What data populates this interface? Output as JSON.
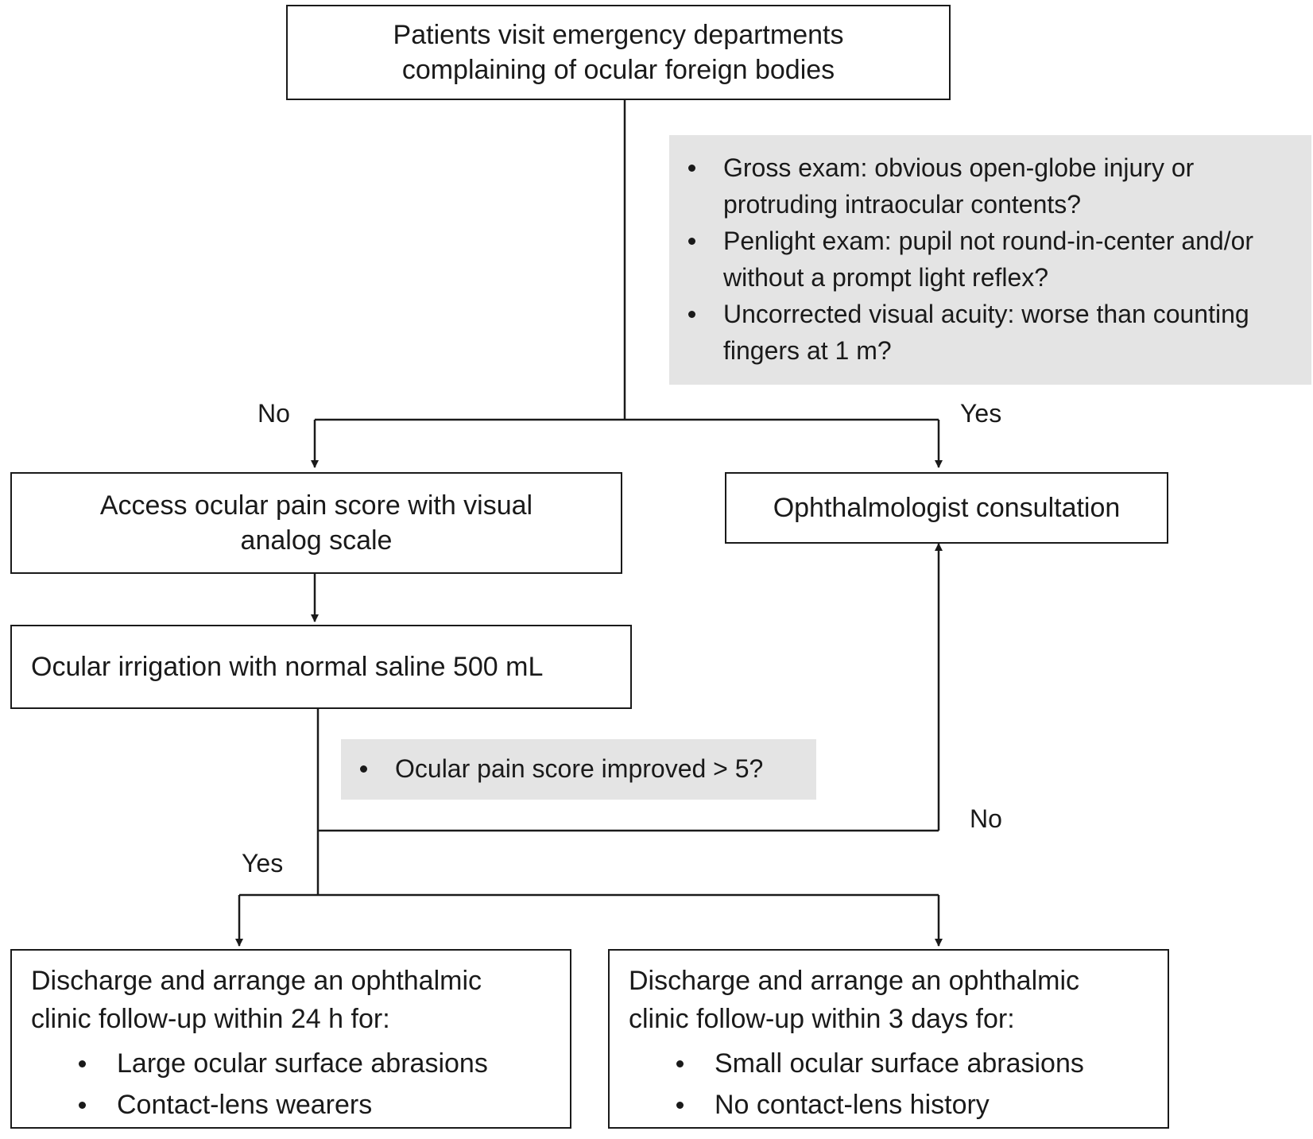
{
  "start": {
    "lines": [
      "Patients visit emergency departments",
      "complaining of ocular foreign bodies"
    ]
  },
  "criteria_1": {
    "items": [
      [
        "Gross exam: obvious open-globe injury or",
        "protruding intraocular contents?"
      ],
      [
        "Penlight exam: pupil not round-in-center",
        "and/or without a prompt light reflex?"
      ],
      [
        "Uncorrected visual acuity: worse than counting",
        "fingers at 1 m?"
      ]
    ]
  },
  "branch_1": {
    "no_label": "No",
    "yes_label": "Yes"
  },
  "pain_assessment": {
    "lines": [
      "Access ocular pain score with visual",
      "analog scale"
    ]
  },
  "consultation": {
    "label": "Ophthalmologist consultation"
  },
  "irrigation": {
    "label": "Ocular irrigation with normal saline 500 mL"
  },
  "criteria_2": {
    "items": [
      "Ocular pain score improved > 5?"
    ]
  },
  "branch_2": {
    "no_label": "No",
    "yes_label": "Yes"
  },
  "outcome_24h": {
    "lines": [
      "Discharge and arrange an ophthalmic",
      "clinic follow-up within 24 h for:"
    ],
    "items": [
      "Large ocular surface abrasions",
      "Contact-lens wearers"
    ]
  },
  "outcome_3d": {
    "lines": [
      "Discharge and arrange an ophthalmic",
      "clinic follow-up within 3 days for:"
    ],
    "items": [
      "Small ocular surface abrasions",
      "No contact-lens history"
    ]
  },
  "colors": {
    "stroke": "#1a1a1a",
    "criteria_fill": "#e4e4e4"
  }
}
